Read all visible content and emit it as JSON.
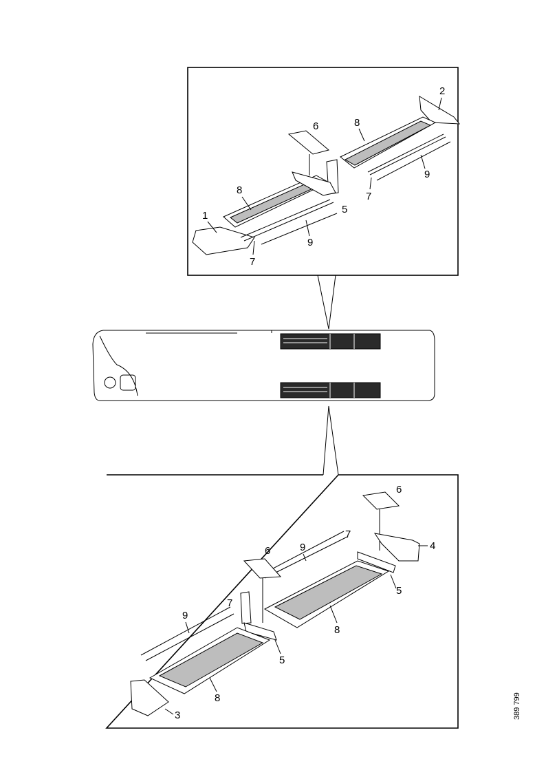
{
  "diagram": {
    "reference_code": "389 799",
    "top_detail": {
      "callouts": {
        "c1": "1",
        "c2": "2",
        "c5": "5",
        "c6": "6",
        "c7a": "7",
        "c7b": "7",
        "c8a": "8",
        "c8b": "8",
        "c9a": "9",
        "c9b": "9"
      }
    },
    "bottom_detail": {
      "callouts": {
        "c3": "3",
        "c4": "4",
        "c5a": "5",
        "c5b": "5",
        "c6a": "6",
        "c6b": "6",
        "c7a": "7",
        "c7b": "7",
        "c8a": "8",
        "c8b": "8",
        "c9a": "9",
        "c9b": "9"
      }
    }
  }
}
